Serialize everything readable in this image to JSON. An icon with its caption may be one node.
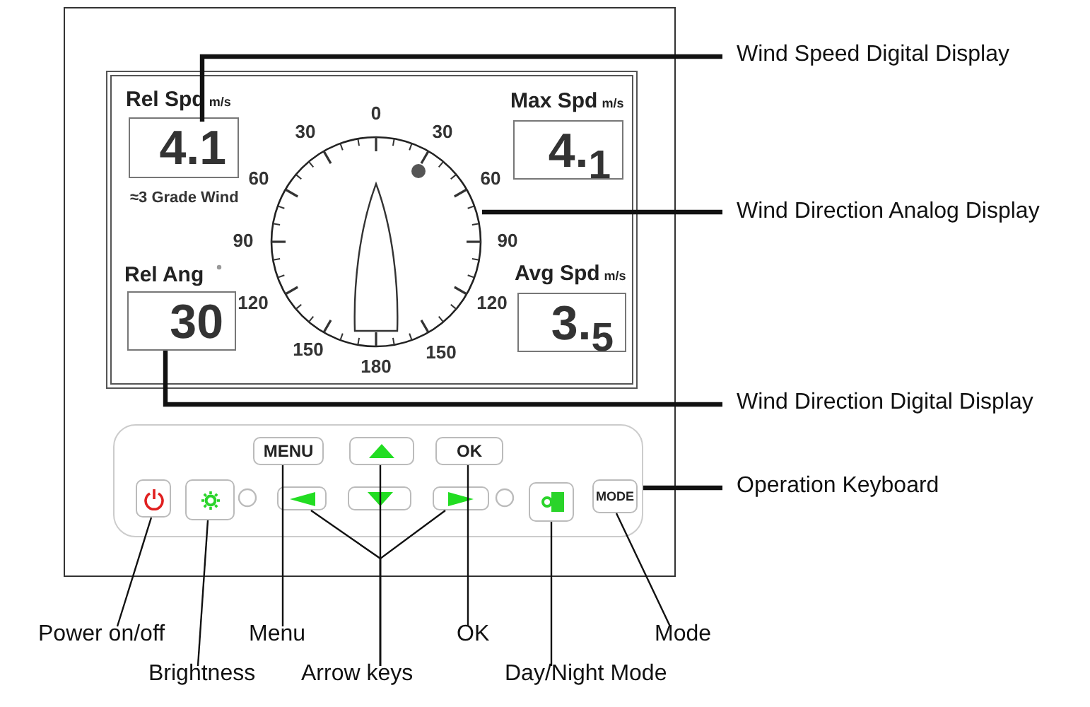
{
  "diagram": {
    "nodes": [
      {
        "text": [],
        "shape": "box"
      },
      {
        "text": [
          "Rel Spd",
          "m/s",
          "4.1"
        ],
        "in": 0
      },
      {
        "text": [
          "Max Spd",
          "m/s",
          "4.$_{1}$"
        ],
        "in": 0
      },
      {
        "text": [],
        "shape": "circle",
        "in": 0,
        "beside": [
          "0",
          "30",
          "30",
          "60",
          "60",
          "90",
          "90",
          "120",
          "120",
          "150",
          "150",
          "180"
        ]
      },
      {
        "text": [
          "Rel Ang",
          "30"
        ],
        "in": 0
      },
      {
        "text": [
          "Avg Spd",
          "m/s",
          "3.$_{5}$"
        ],
        "in": 0
      },
      {
        "text": [],
        "shape": "box"
      },
      {
        "text": [],
        "shape": "box",
        "in": 6
      },
      {
        "text": [],
        "shape": "box",
        "in": 6
      },
      {
        "text": [
          "MENU"
        ],
        "in": 6
      },
      {
        "text": [],
        "shape": "box",
        "in": 6
      },
      {
        "text": [
          "OK"
        ],
        "in": 6
      },
      {
        "text": [],
        "shape": "box",
        "in": 6
      },
      {
        "text": [],
        "shape": "box",
        "in": 6
      },
      {
        "text": [],
        "shape": "box",
        "in": 6
      },
      {
        "text": [],
        "shape": "box",
        "in": 6
      },
      {
        "text": [
          "MODE"
        ],
        "in": 6
      },
      {
        "text": [
          "Wind Speed Digital Display"
        ]
      },
      {
        "text": [
          "Wind Direction Analog Display"
        ]
      },
      {
        "text": [
          "Wind Direction Digital Display"
        ]
      },
      {
        "text": [
          "Operation Keyboard"
        ]
      },
      {
        "text": [
          "Power on/off"
        ]
      },
      {
        "text": [
          "Brightness"
        ]
      },
      {
        "text": [
          "Menu"
        ]
      },
      {
        "text": [
          "Arrow keys"
        ]
      },
      {
        "text": [
          "OK"
        ]
      },
      {
        "text": [
          "Day/Night Mode"
        ]
      },
      {
        "text": [
          "Mode"
        ]
      }
    ],
    "edges": [
      {
        "from": 17,
        "to": 1,
        "arrow": "none",
        "style": "thick"
      },
      {
        "from": 18,
        "to": 3,
        "arrow": "none",
        "style": "thick"
      },
      {
        "from": 19,
        "to": 4,
        "arrow": "none",
        "style": "thick"
      },
      {
        "from": 20,
        "to": 6,
        "arrow": "none",
        "style": "thick"
      },
      {
        "from": 21,
        "to": 7,
        "arrow": "none"
      },
      {
        "from": 22,
        "to": 8,
        "arrow": "none"
      },
      {
        "from": 23,
        "to": 9,
        "arrow": "none"
      },
      {
        "from": 24,
        "to": 12,
        "arrow": "none"
      },
      {
        "from": 24,
        "to": 10,
        "arrow": "none"
      },
      {
        "from": 24,
        "to": 14,
        "arrow": "none"
      },
      {
        "from": 25,
        "to": 11,
        "arrow": "none"
      },
      {
        "from": 26,
        "to": 15,
        "arrow": "none"
      },
      {
        "from": 27,
        "to": 16,
        "arrow": "none"
      }
    ],
    "labels": [
      "≈3 Grade Wind"
    ]
  }
}
